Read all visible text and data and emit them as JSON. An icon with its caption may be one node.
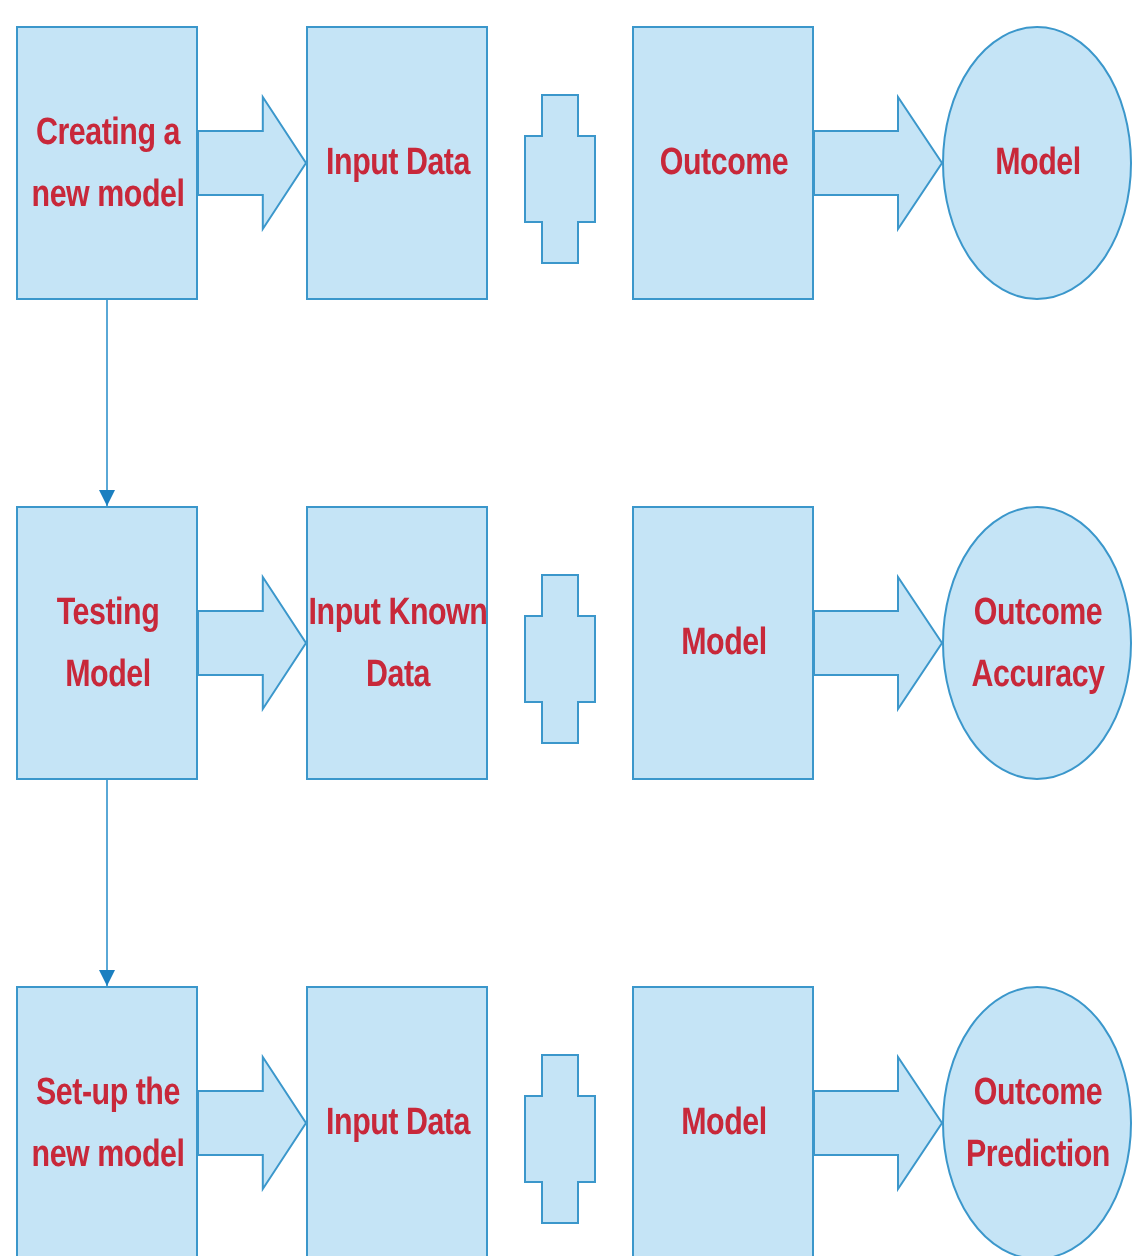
{
  "diagram": {
    "nodes": [
      {
        "text": [
          "Creating a new model"
        ]
      },
      {
        "text": [
          "Input Data"
        ]
      },
      {
        "text": [],
        "shape": "plus"
      },
      {
        "text": [
          "Outcome"
        ]
      },
      {
        "text": [
          "Model"
        ]
      },
      {
        "text": [
          "Testing Model"
        ]
      },
      {
        "text": [
          "Input Known Data"
        ]
      },
      {
        "text": [],
        "shape": "plus"
      },
      {
        "text": [
          "Model"
        ]
      },
      {
        "text": [
          "Outcome Accuracy"
        ]
      },
      {
        "text": [
          "Set-up the new model"
        ]
      },
      {
        "text": [
          "Input Data"
        ]
      },
      {
        "text": [],
        "shape": "plus"
      },
      {
        "text": [
          "Model"
        ]
      },
      {
        "text": [
          "Outcome Prediction"
        ]
      }
    ],
    "edges": [
      {
        "from": 0,
        "to": 1,
        "arrow": "to",
        "style": "thick"
      },
      {
        "from": 3,
        "to": 4,
        "arrow": "to",
        "style": "thick"
      },
      {
        "from": 0,
        "to": 5,
        "arrow": "to"
      },
      {
        "from": 5,
        "to": 6,
        "arrow": "to",
        "style": "thick"
      },
      {
        "from": 8,
        "to": 9,
        "arrow": "to",
        "style": "thick"
      },
      {
        "from": 5,
        "to": 10,
        "arrow": "to"
      },
      {
        "from": 10,
        "to": 11,
        "arrow": "to",
        "style": "thick"
      },
      {
        "from": 13,
        "to": 14,
        "arrow": "to",
        "style": "thick"
      }
    ]
  }
}
